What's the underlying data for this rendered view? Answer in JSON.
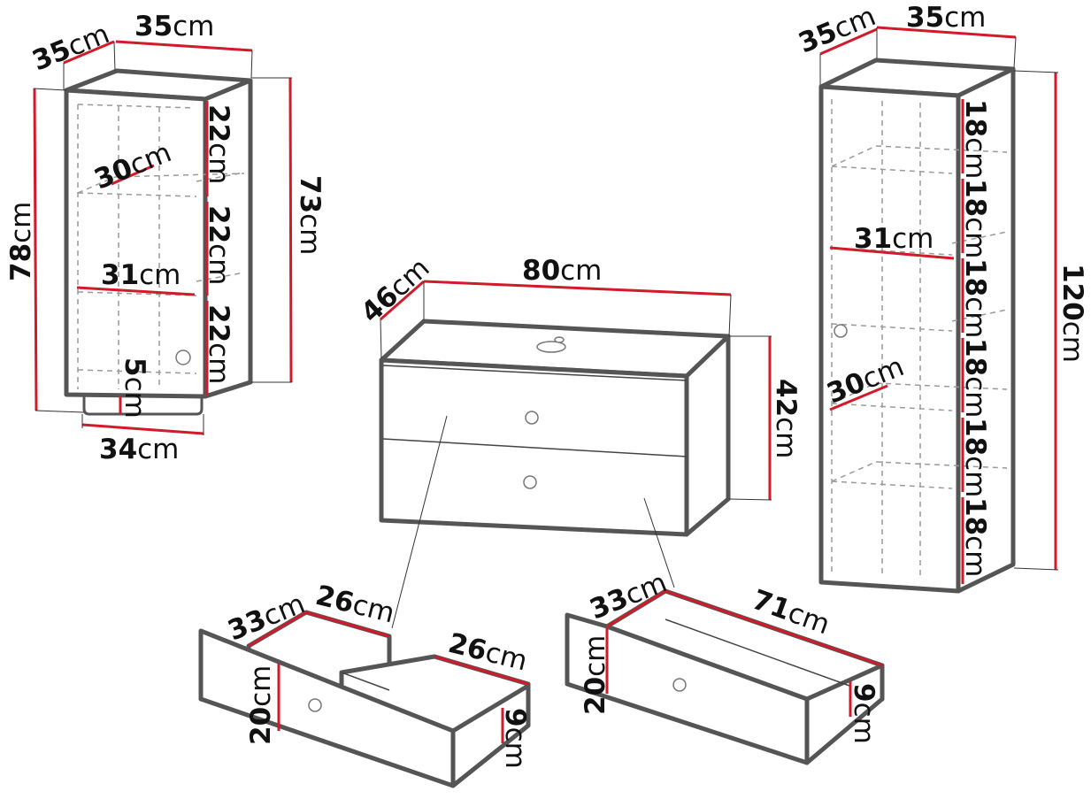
{
  "units": "cm",
  "accent_color": "#d11a2a",
  "outline_color": "#555555",
  "wall_cabinet": {
    "depth": "35",
    "width": "35",
    "height_total": "78",
    "height_body": "73",
    "shelf_depth_top": "30",
    "shelf_depth_mid": "31",
    "compartment_1": "22",
    "compartment_2": "22",
    "compartment_3": "22",
    "rail_height": "5",
    "rail_width": "34"
  },
  "vanity_unit": {
    "depth": "46",
    "width": "80",
    "height": "42"
  },
  "tall_cabinet": {
    "depth": "35",
    "width": "35",
    "height": "120",
    "shelf_depth_top": "31",
    "shelf_depth_low": "30",
    "compartments": [
      "18",
      "18",
      "18",
      "18",
      "18",
      "18"
    ]
  },
  "left_drawer": {
    "depth": "33",
    "inner_width_left": "26",
    "inner_width_right": "26",
    "front_height": "20",
    "inner_height": "9"
  },
  "right_drawer": {
    "depth": "33",
    "inner_width": "71",
    "front_height": "20",
    "inner_height": "9"
  }
}
